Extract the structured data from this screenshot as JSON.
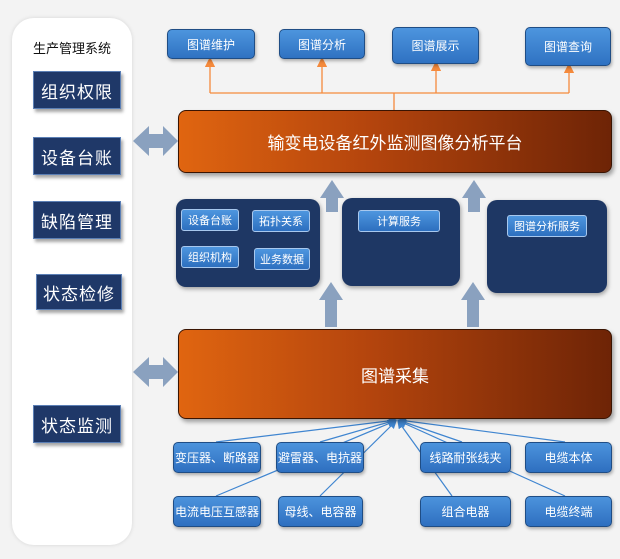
{
  "left_panel": {
    "title": "生产管理系统",
    "items": [
      "组织权限",
      "设备台账",
      "缺陷管理",
      "状态检修",
      "状态监测"
    ]
  },
  "top_functions": [
    "图谱维护",
    "图谱分析",
    "图谱展示",
    "图谱查询"
  ],
  "platform_label": "输变电设备红外监测图像分析平台",
  "collection_label": "图谱采集",
  "service_panels": {
    "left": [
      "设备台账",
      "拓扑关系",
      "组织机构",
      "业务数据"
    ],
    "middle": [
      "计算服务"
    ],
    "right": [
      "图谱分析服务"
    ]
  },
  "data_sources": {
    "row1": [
      "变压器、断路器",
      "避雷器、电抗器",
      "线路耐张线夹",
      "电缆本体"
    ],
    "row2": [
      "电流电压互感器",
      "母线、电容器",
      "组合电器",
      "电缆终端"
    ]
  },
  "colors": {
    "orange_line": "#f58a3c",
    "blue_line": "#3f85d0",
    "arrow_fill": "#8aa1bf",
    "panel_navy": "#1e3764"
  }
}
